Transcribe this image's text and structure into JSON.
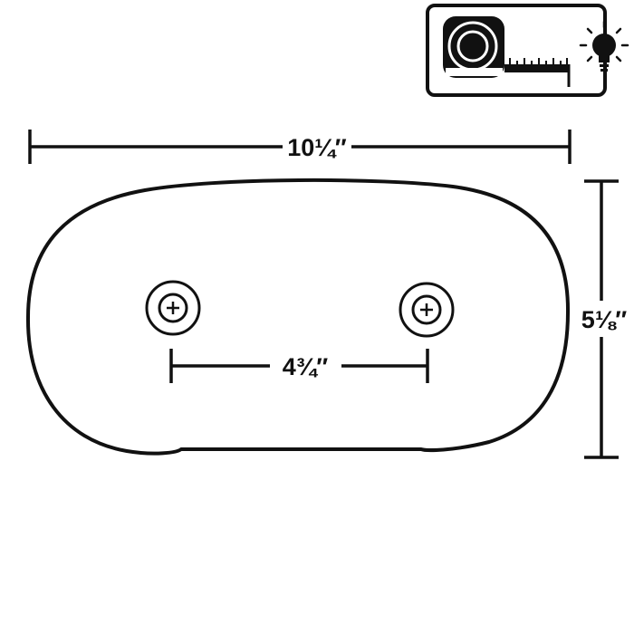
{
  "colors": {
    "ink": "#111111",
    "background": "#ffffff"
  },
  "badge": {
    "tape_measure_icon": "tape-measure-icon",
    "light_bulb_icon": "light-bulb-icon"
  },
  "dimensions": {
    "width_label": "10¼″",
    "height_label": "5⅛″",
    "hole_spacing_label": "4¾″"
  },
  "holes": [
    {
      "name": "left-mounting-hole-icon",
      "symbol": "+"
    },
    {
      "name": "right-mounting-hole-icon",
      "symbol": "+"
    }
  ]
}
